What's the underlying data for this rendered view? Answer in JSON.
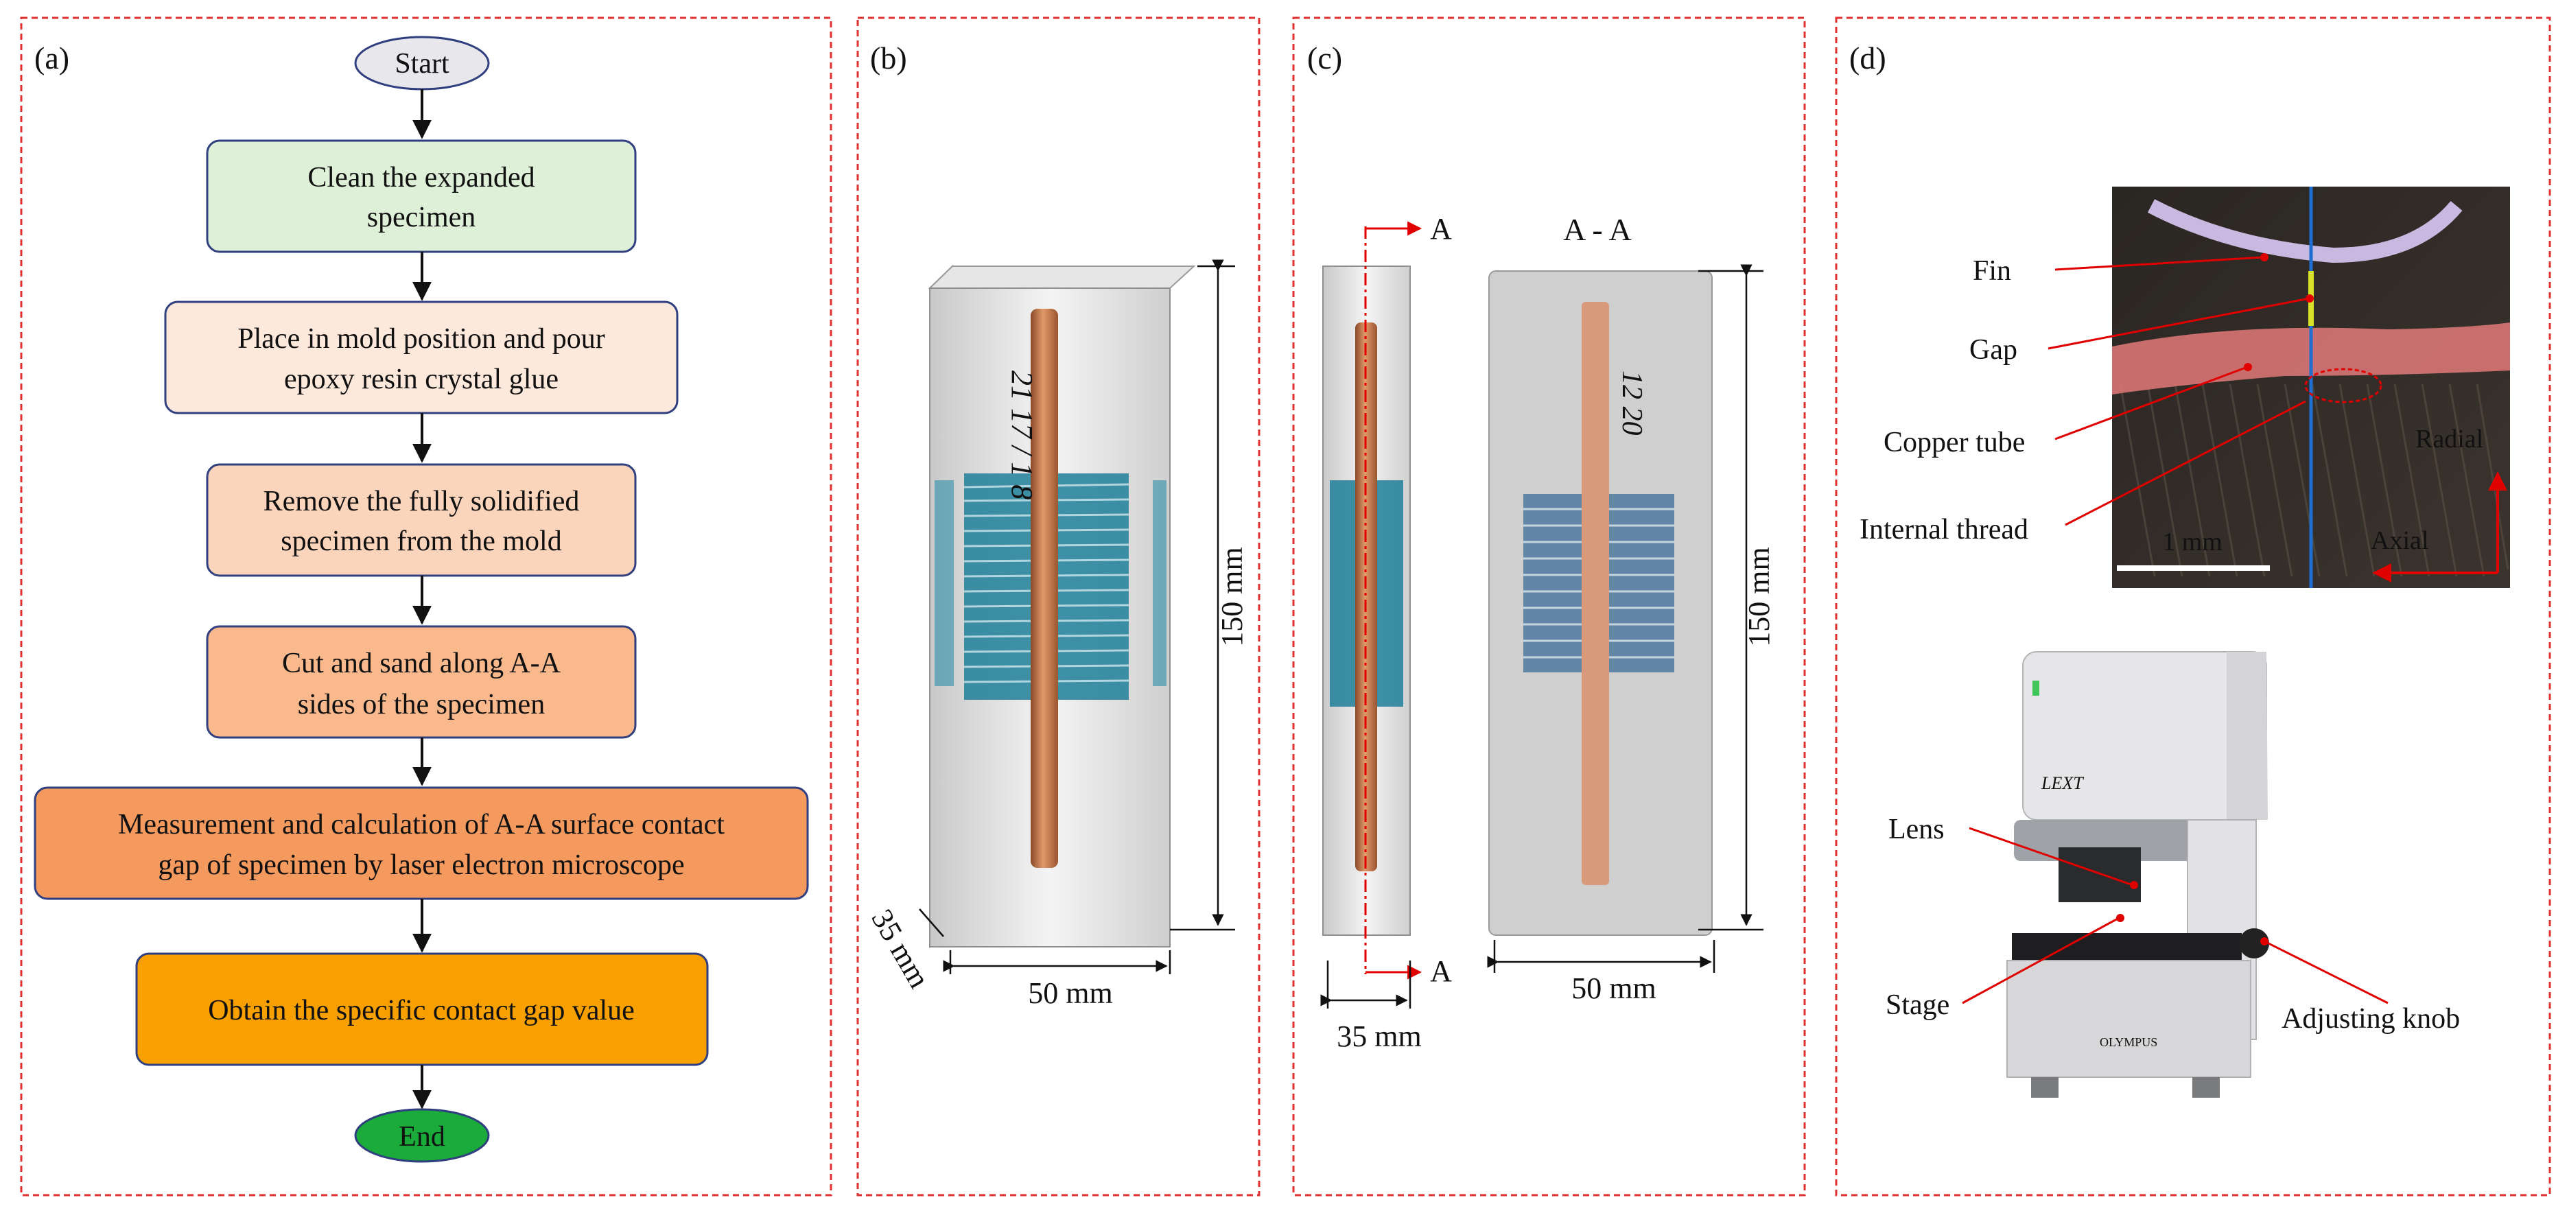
{
  "panels": {
    "a": {
      "label": "(a)",
      "start": "Start",
      "end": "End",
      "steps": [
        {
          "line1": "Clean the expanded",
          "line2": "specimen",
          "fill": "#dff0d8",
          "stroke": "#2f3f7f"
        },
        {
          "line1": "Place in mold position and pour",
          "line2": "epoxy resin crystal glue",
          "fill": "#fde8dc",
          "stroke": "#2f3f7f"
        },
        {
          "line1": "Remove the fully solidified",
          "line2": "specimen from the mold",
          "fill": "#fbd5bb",
          "stroke": "#2f3f7f"
        },
        {
          "line1": "Cut and sand along A-A",
          "line2": "sides of the specimen",
          "fill": "#f9b98d",
          "stroke": "#2f3f7f"
        },
        {
          "line1": "Measurement and calculation of A-A surface contact",
          "line2": "gap of specimen by laser electron microscope",
          "fill": "#f59a5e",
          "stroke": "#2f3f7f"
        },
        {
          "line1": "Obtain the specific contact gap value",
          "line2": "",
          "fill": "#f8a000",
          "stroke": "#2f3f7f"
        }
      ],
      "start_fill": "#e8e8ec",
      "end_fill": "#1bab3b"
    },
    "b": {
      "label": "(b)",
      "dim_height": "150 mm",
      "dim_width": "50 mm",
      "dim_depth": "35 mm",
      "marking": "21 17 / 1 8"
    },
    "c": {
      "label": "(c)",
      "section_top": "A",
      "section_bottom": "A",
      "section_title": "A - A",
      "dim_height": "150 mm",
      "dim_width_left": "35 mm",
      "dim_width_right": "50 mm",
      "marking": "12 20"
    },
    "d": {
      "label": "(d)",
      "labels": {
        "fin": "Fin",
        "gap": "Gap",
        "copper_tube": "Copper tube",
        "internal_thread": "Internal thread",
        "scale": "1 mm",
        "radial": "Radial",
        "axial": "Axial",
        "lens": "Lens",
        "stage": "Stage",
        "adjusting_knob": "Adjusting knob",
        "brand": "OLYMPUS",
        "lext": "LEXT"
      }
    }
  },
  "colors": {
    "panel_border": "#e03030",
    "arrow": "#111111",
    "annotation": "#e00000",
    "copper": "#c8703f",
    "fin_blue": "#1f7f9a"
  }
}
